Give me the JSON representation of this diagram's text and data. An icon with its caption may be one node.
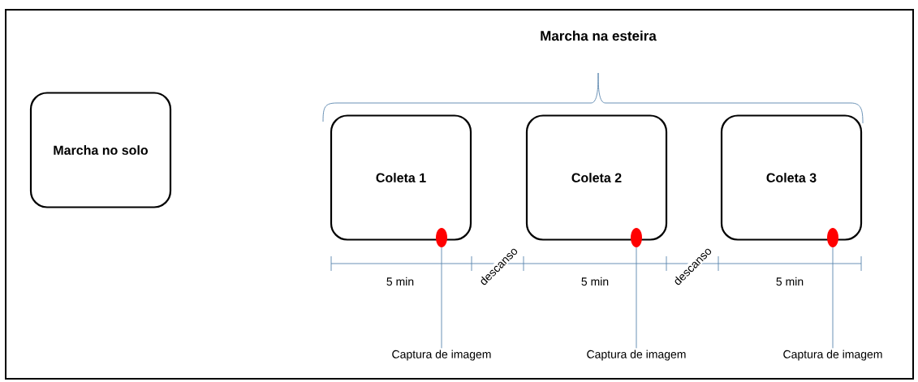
{
  "diagram": {
    "title": "Marcha na esteira",
    "nodes": [
      {
        "text": [
          "Marcha no solo"
        ]
      },
      {
        "text": [
          "Coleta 1"
        ]
      },
      {
        "text": [
          "Coleta 2"
        ]
      },
      {
        "text": [
          "Coleta 3"
        ]
      },
      {
        "text": [],
        "shape": "circle"
      },
      {
        "text": [],
        "shape": "circle"
      },
      {
        "text": [],
        "shape": "circle"
      },
      {
        "text": [
          "Captura de imagem"
        ]
      },
      {
        "text": [
          "Captura de imagem"
        ]
      },
      {
        "text": [
          "Captura de imagem"
        ]
      }
    ],
    "edges": [
      {
        "from": 7,
        "to": 4,
        "arrow": "none"
      },
      {
        "from": 8,
        "to": 5,
        "arrow": "none"
      },
      {
        "from": 9,
        "to": 6,
        "arrow": "none"
      }
    ],
    "labels": [
      "5 min",
      "descanso",
      "5 min",
      "descanso",
      "5 min"
    ]
  }
}
